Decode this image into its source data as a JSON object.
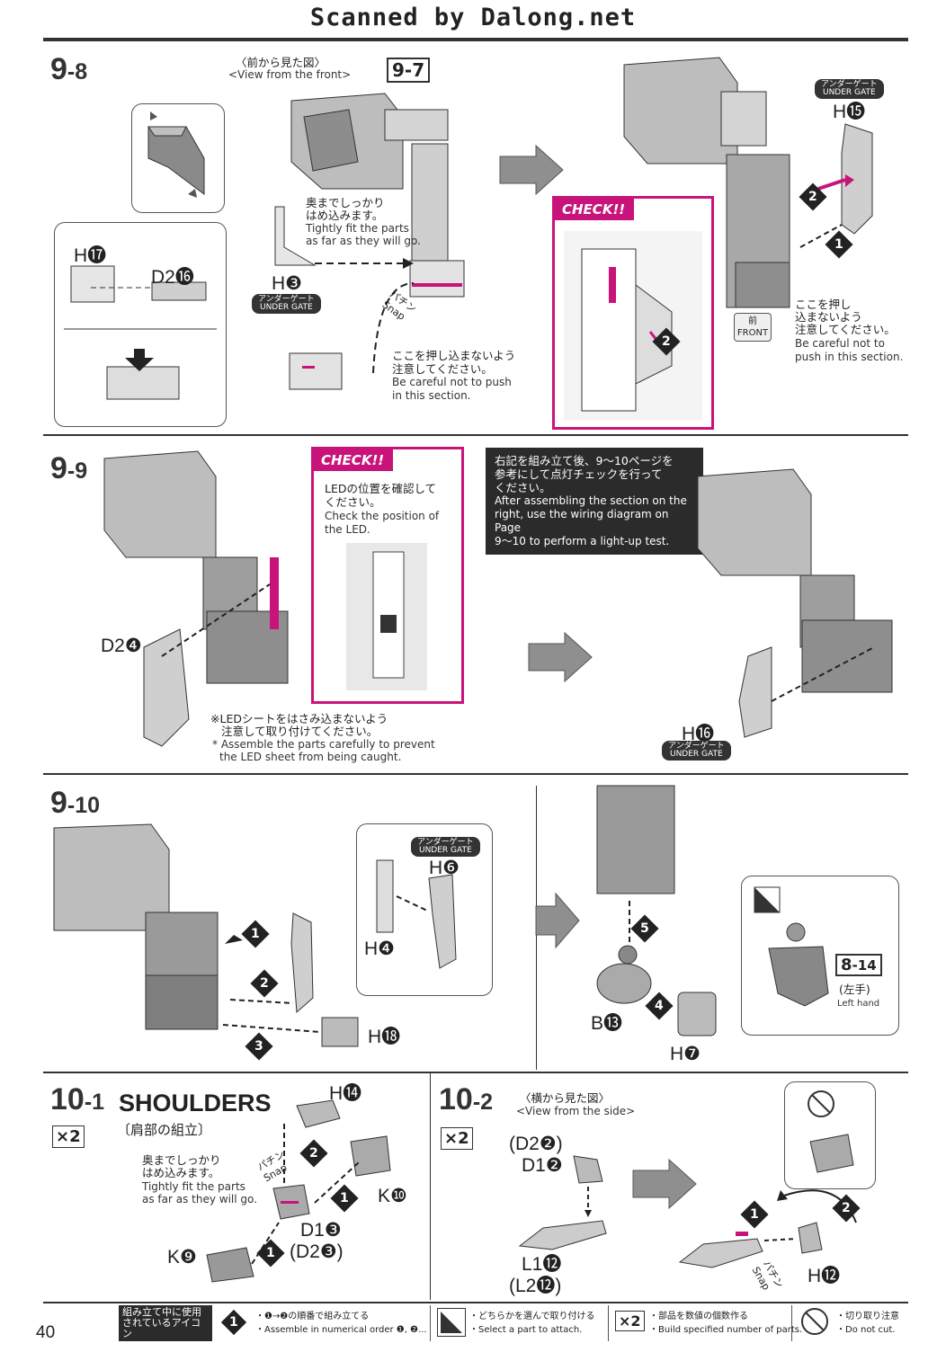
{
  "banner": "Scanned by Dalong.net",
  "page_number": "40",
  "colors": {
    "accent": "#c8147a",
    "dark": "#2b2b2b",
    "line": "#333333"
  },
  "s98": {
    "step_main": "9",
    "step_sub": "-8",
    "view_jp": "〈前から見た図〉",
    "view_en": "<View from the front>",
    "ref_step": "9-7",
    "note1_jp_1": "奥までしっかり",
    "note1_jp_2": "はめ込みます。",
    "note1_en_1": "Tightly fit the parts",
    "note1_en_2": "as far as they will go.",
    "part_h3": "H❸",
    "under_gate_jp": "アンダーゲート",
    "under_gate_en": "UNDER GATE",
    "part_h17": "H⓱",
    "part_d216": "D2⓰",
    "snap_jp": "パチン",
    "snap_en": "Snap",
    "note2_jp_1": "ここを押し込まないよう",
    "note2_jp_2": "注意してください。",
    "note2_en_1": "Be careful not to push",
    "note2_en_2": "in this section.",
    "check_label": "CHECK!!",
    "part_h15": "H⓯",
    "front_jp": "前",
    "front_en": "FRONT",
    "note3_jp_1": "ここを押し",
    "note3_jp_2": "込まないよう",
    "note3_jp_3": "注意してください。",
    "note3_en_1": "Be careful not to",
    "note3_en_2": "push in this section.",
    "order_1": "1",
    "order_2": "2"
  },
  "s99": {
    "step_main": "9",
    "step_sub": "-9",
    "check_label": "CHECK!!",
    "check_jp_1": "LEDの位置を確認して",
    "check_jp_2": "ください。",
    "check_en_1": "Check the position of",
    "check_en_2": "the LED.",
    "part_d24": "D2❹",
    "warn_jp_1": "※LEDシートをはさみ込まないよう",
    "warn_jp_2": "注意して取り付けてください。",
    "warn_en_1": "* Assemble the parts carefully to prevent",
    "warn_en_2": "the LED sheet from being caught.",
    "dark_jp_1": "右記を組み立て後、9〜10ページを",
    "dark_jp_2": "参考にして点灯チェックを行って",
    "dark_jp_3": "ください。",
    "dark_en_1": "After assembling the section on the",
    "dark_en_2": "right, use the wiring diagram on Page",
    "dark_en_3": "9〜10 to perform a light-up test.",
    "part_h16": "H⓰",
    "under_gate_jp": "アンダーゲート",
    "under_gate_en": "UNDER GATE"
  },
  "s910": {
    "step_main": "9",
    "step_sub": "-10",
    "under_gate_jp": "アンダーゲート",
    "under_gate_en": "UNDER GATE",
    "part_h6": "H❻",
    "part_h4": "H❹",
    "part_h18": "H⓲",
    "part_b13": "B⓭",
    "part_h7": "H❼",
    "ref_step_main": "8",
    "ref_step_sub": "-14",
    "left_hand_jp": "(左手)",
    "left_hand_en": "Left hand",
    "order_1": "1",
    "order_2": "2",
    "order_3": "3",
    "order_4": "4",
    "order_5": "5"
  },
  "s101": {
    "step_main": "10",
    "step_sub": "-1",
    "title_en": "SHOULDERS",
    "title_jp": "〔肩部の組立〕",
    "multiplier": "×2",
    "note_jp_1": "奥までしっかり",
    "note_jp_2": "はめ込みます。",
    "note_en_1": "Tightly fit the parts",
    "note_en_2": "as far as they will go.",
    "part_h14": "H⓮",
    "part_k10": "K❿",
    "part_d13": "D1❸",
    "part_d23": "(D2❸)",
    "part_k9": "K❾",
    "snap_jp": "パチン",
    "snap_en": "Snap",
    "order_1": "1",
    "order_2": "2"
  },
  "s102": {
    "step_main": "10",
    "step_sub": "-2",
    "view_jp": "〈横から見た図〉",
    "view_en": "<View from the side>",
    "multiplier": "×2",
    "part_d22": "(D2❷)",
    "part_d12": "D1❷",
    "part_l112": "L1⓬",
    "part_l212": "(L2⓬)",
    "part_h12": "H⓬",
    "snap_jp": "パチン",
    "snap_en": "Snap",
    "order_1": "1",
    "order_2": "2"
  },
  "legend": {
    "title_jp_1": "組み立て中に使用",
    "title_jp_2": "されているアイコン",
    "title_en": "Symbols used in instructions",
    "i1_jp": "・❶→❷の順番で組み立てる",
    "i1_en": "・Assemble in numerical order ❶, ❷...",
    "i2_jp": "・どちらかを選んで取り付ける",
    "i2_en": "・Select a part to attach.",
    "i3_jp": "・部品を数値の個数作る",
    "i3_en": "・Build specified number of parts.",
    "i4_jp": "・切り取り注意",
    "i4_en": "・Do not cut.",
    "i1_icon": "1",
    "i3_icon": "×2"
  }
}
